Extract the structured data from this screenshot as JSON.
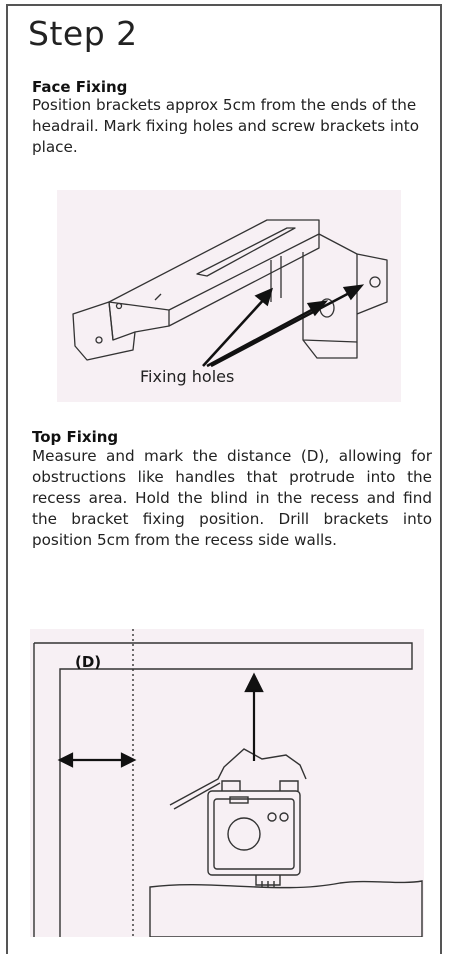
{
  "step_title": "Step 2",
  "face_fixing": {
    "heading": "Face Fixing",
    "text": "Position brackets approx 5cm from the ends of the headrail.  Mark fixing holes and screw brackets into place.",
    "figure_label": "Fixing holes"
  },
  "top_fixing": {
    "heading": "Top Fixing",
    "text": "Measure and mark the distance (D), allowing for obstructions like handles that protrude into the recess area. Hold the blind in the recess and find the bracket fixing position. Drill brackets into position 5cm from the recess side walls.",
    "figure_label": "(D)"
  },
  "colors": {
    "figure_background": "#f7f0f4",
    "line": "#333333"
  },
  "icons": [
    "bracket-illustration",
    "recess-diagram",
    "arrow-icon"
  ]
}
